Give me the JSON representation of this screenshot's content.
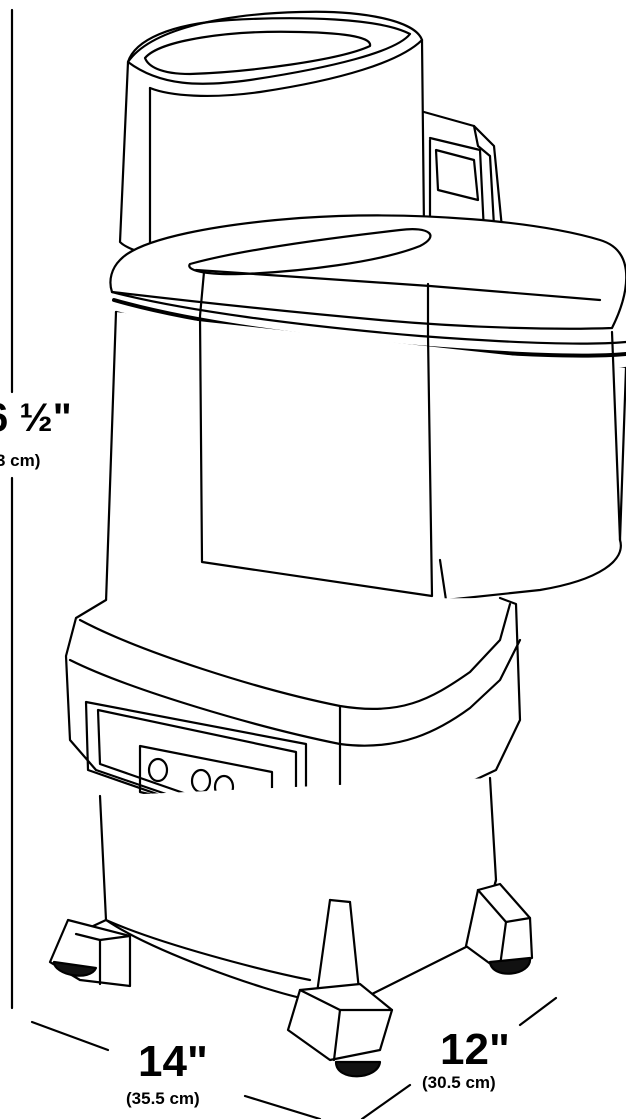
{
  "dimensions": {
    "height": {
      "main": "6 ½\"",
      "sub": "3 cm)"
    },
    "width": {
      "main": "14\"",
      "sub": "(35.5 cm)"
    },
    "depth": {
      "main": "12\"",
      "sub": "(30.5 cm)"
    }
  },
  "colors": {
    "line": "#000000",
    "background": "#ffffff",
    "foot": "#111111"
  }
}
